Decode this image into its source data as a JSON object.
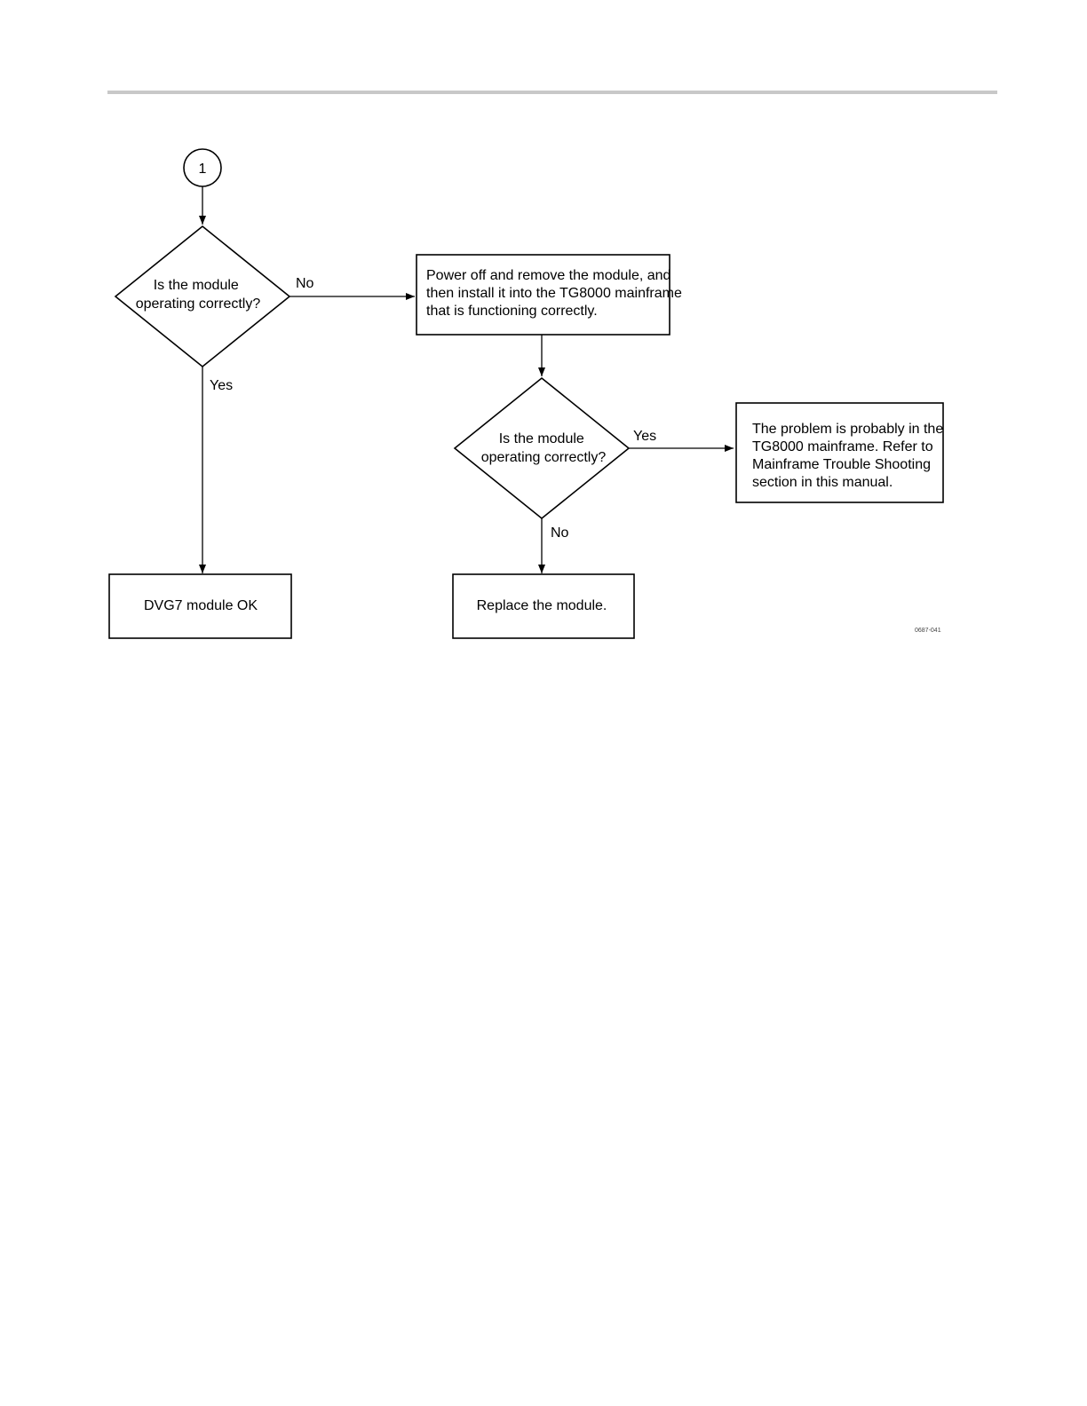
{
  "colors": {
    "rule": "#c8c8c8",
    "stroke": "#000000",
    "background": "#ffffff"
  },
  "diagram": {
    "connector": {
      "label": "1"
    },
    "decision1": {
      "lines": [
        "Is the module",
        "operating correctly?"
      ]
    },
    "process_reinstall": {
      "lines": [
        "Power off and remove the module, and",
        "then install it into the TG8000 mainframe",
        "that is functioning correctly."
      ]
    },
    "decision2": {
      "lines": [
        "Is the module",
        "operating correctly?"
      ]
    },
    "result_mainframe": {
      "lines": [
        "The problem is probably in the",
        "TG8000 mainframe. Refer to",
        "Mainframe Trouble Shooting",
        "section in this manual."
      ]
    },
    "result_ok": {
      "label": "DVG7 module OK"
    },
    "result_replace": {
      "label": "Replace the module."
    },
    "edge_labels": {
      "d1_no": "No",
      "d1_yes": "Yes",
      "d2_yes": "Yes",
      "d2_no": "No"
    },
    "figure_id": "0687-041"
  }
}
